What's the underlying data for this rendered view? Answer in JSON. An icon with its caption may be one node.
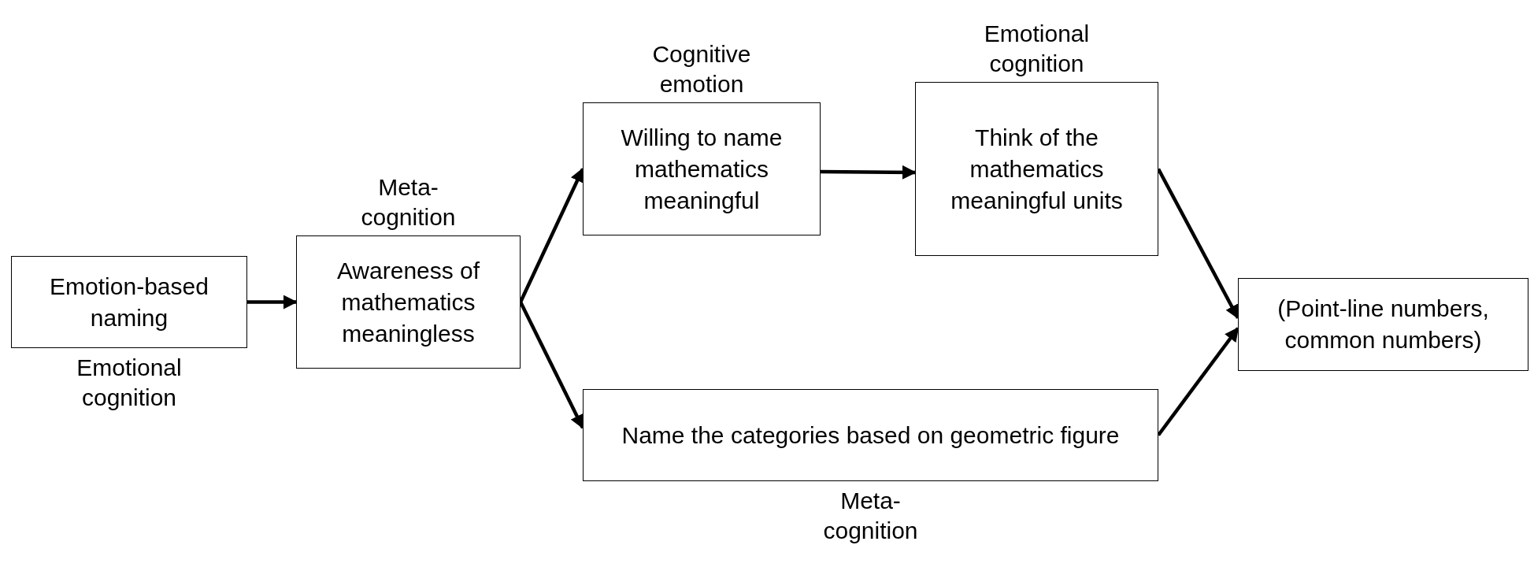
{
  "diagram": {
    "nodes": [
      {
        "text": [
          "Emotion-based naming"
        ],
        "beside": [
          "Emotional cognition"
        ]
      },
      {
        "text": [
          "Awareness of mathematics meaningless"
        ],
        "beside": [
          "Meta-cognition"
        ]
      },
      {
        "text": [
          "Willing to name mathematics meaningful"
        ],
        "beside": [
          "Cognitive emotion"
        ]
      },
      {
        "text": [
          "Think of the mathematics meaningful units"
        ],
        "beside": [
          "Emotional cognition"
        ]
      },
      {
        "text": [
          "Name the categories based on geometric figure"
        ],
        "beside": [
          "Meta-cognition"
        ]
      },
      {
        "text": [
          "(Point-line numbers, common numbers)"
        ]
      }
    ],
    "edges": [
      {
        "from": 0,
        "to": 1,
        "arrow": "to"
      },
      {
        "from": 1,
        "to": 2,
        "arrow": "to"
      },
      {
        "from": 1,
        "to": 4,
        "arrow": "to"
      },
      {
        "from": 2,
        "to": 3,
        "arrow": "to"
      },
      {
        "from": 3,
        "to": 5,
        "arrow": "to"
      },
      {
        "from": 4,
        "to": 5,
        "arrow": "to"
      }
    ]
  }
}
